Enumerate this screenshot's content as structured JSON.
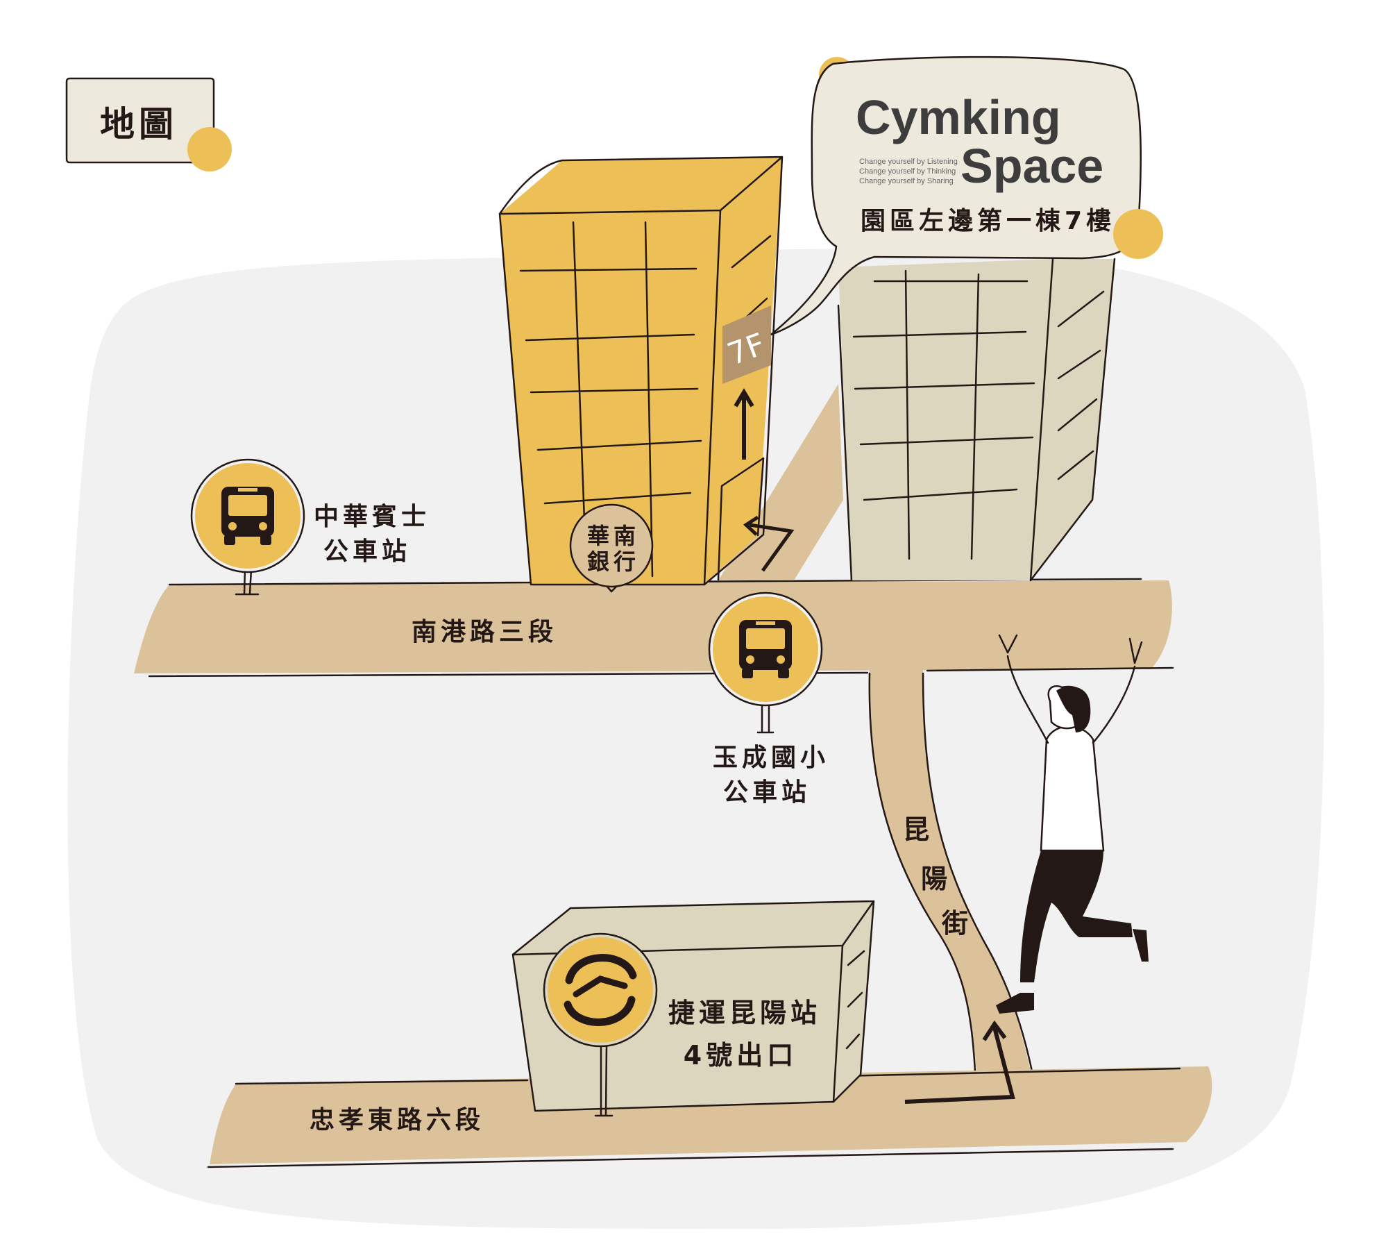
{
  "title": "地圖",
  "colors": {
    "yellow": "#EDBF57",
    "road": "#DBC29A",
    "beige": "#DDD6BF",
    "blob": "#F1F1F1",
    "bubble": "#EEE9DD",
    "sign": "#B4946C",
    "ink": "#231815"
  },
  "bubble": {
    "brand_line1": "Cymking",
    "brand_line2": "Space",
    "taglines": [
      "Change yourself by Listening",
      "Change yourself by Thinking",
      "Change yourself by Sharing"
    ],
    "location": "園區左邊第一棟7樓"
  },
  "building": {
    "floor_sign": "7F",
    "bank_line1": "華南",
    "bank_line2": "銀行"
  },
  "roads": {
    "upper": "南港路三段",
    "lower": "忠孝東路六段",
    "side": [
      "昆",
      "陽",
      "街"
    ]
  },
  "stops": [
    {
      "icon": "bus-icon",
      "line1": "中華賓士",
      "line2": "公車站"
    },
    {
      "icon": "bus-icon",
      "line1": "玉成國小",
      "line2": "公車站"
    },
    {
      "icon": "mrt-icon",
      "line1": "捷運昆陽站",
      "line2": "4號出口"
    }
  ]
}
